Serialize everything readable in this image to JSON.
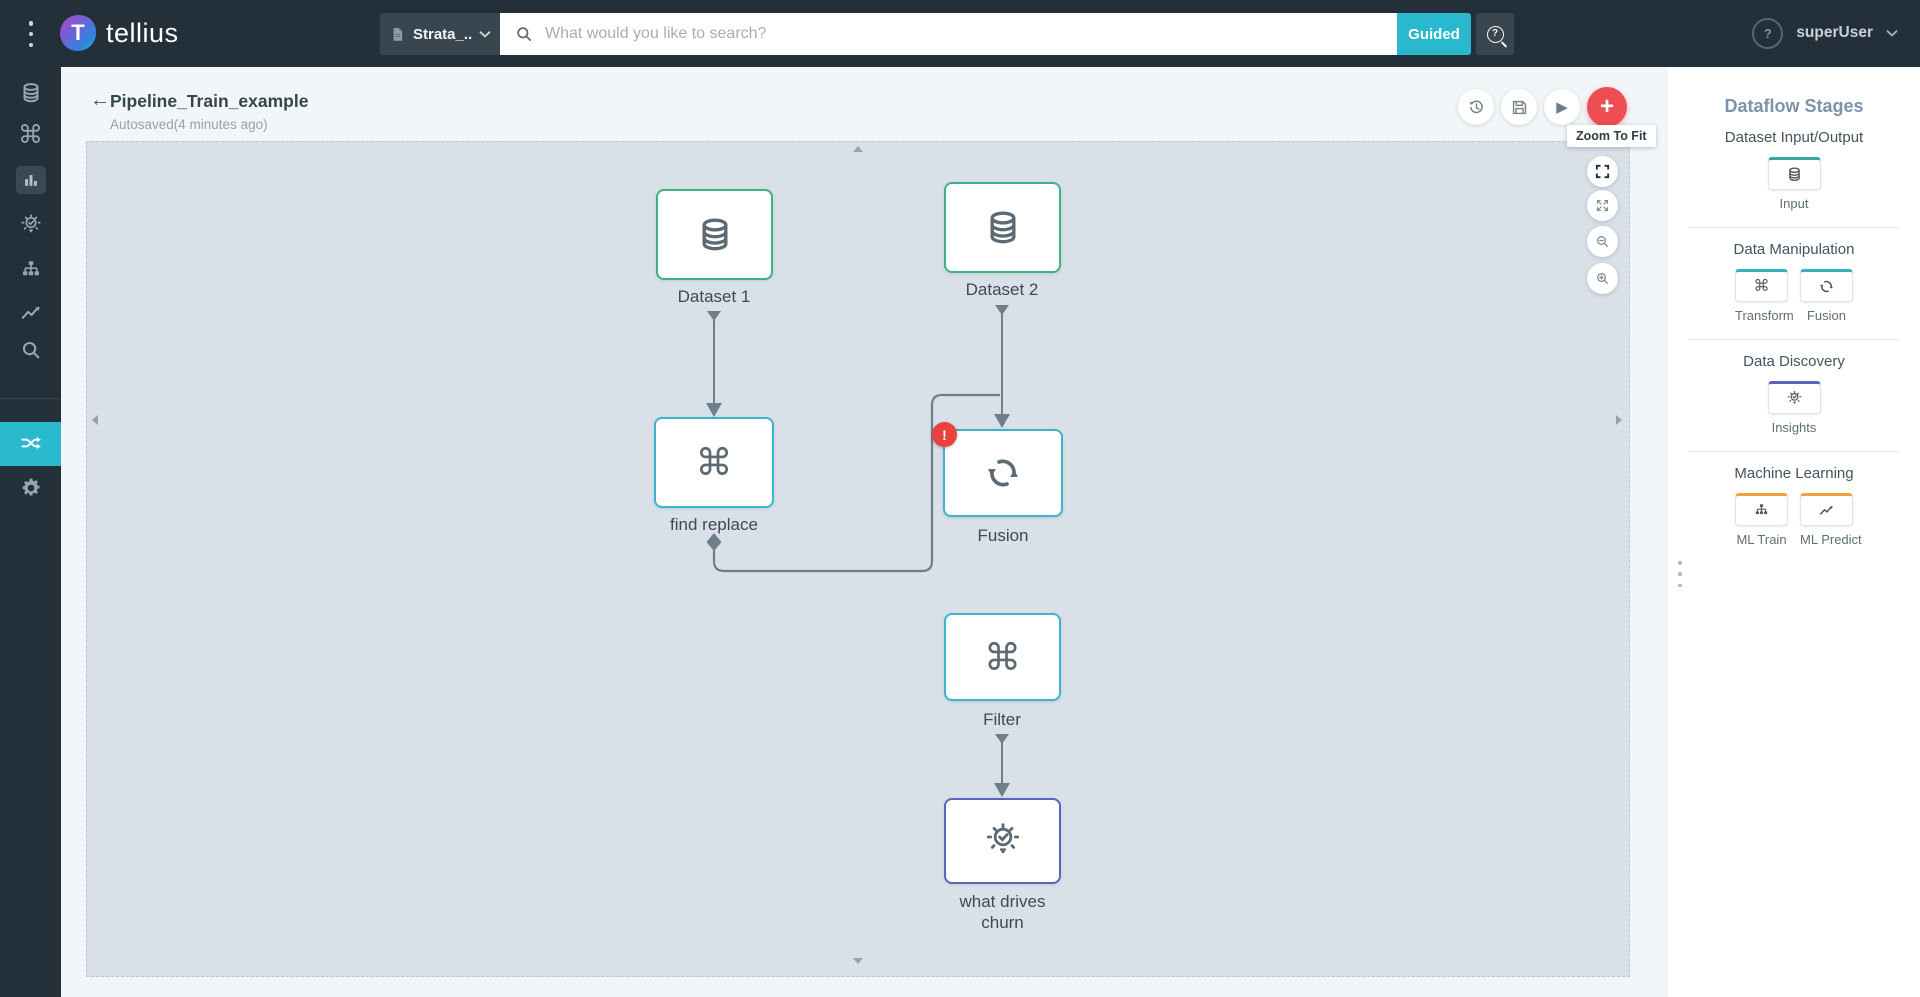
{
  "header": {
    "brand": "tellius",
    "logo_letter": "T",
    "dataset_selector": {
      "label": "Strata_..."
    },
    "search": {
      "placeholder": "What would you like to search?"
    },
    "guided_button_label": "Guided",
    "user": {
      "name": "superUser",
      "avatar_glyph": "?"
    }
  },
  "icons": {
    "command": "⌘",
    "play": "▶",
    "back_arrow": "←",
    "plus": "+",
    "question": "?"
  },
  "sidebar": {
    "items": [
      {
        "icon": "database-icon"
      },
      {
        "icon": "command-icon"
      },
      {
        "icon": "bar-chart-icon",
        "selected": true
      },
      {
        "icon": "insights-bulb-icon"
      },
      {
        "icon": "sitemap-icon"
      },
      {
        "icon": "trend-icon"
      },
      {
        "icon": "search-icon"
      }
    ],
    "bottom_items": [
      {
        "icon": "shuffle-icon",
        "active": true
      },
      {
        "icon": "gear-icon"
      }
    ]
  },
  "toolbar": {
    "title": "Pipeline_Train_example",
    "autosaved": "Autosaved(4 minutes ago)",
    "zoom_tooltip": "Zoom To Fit"
  },
  "canvas": {
    "nodes": [
      {
        "label": "Dataset 1",
        "type": "input"
      },
      {
        "label": "Dataset 2",
        "type": "input"
      },
      {
        "label": "find replace",
        "type": "transform"
      },
      {
        "label": "Fusion",
        "type": "fusion",
        "badge": "!"
      },
      {
        "label": "Filter",
        "type": "transform"
      },
      {
        "label": "what drives churn",
        "type": "insights"
      }
    ]
  },
  "stages_panel": {
    "title": "Dataflow Stages",
    "sections": [
      {
        "title": "Dataset Input/Output",
        "items": [
          {
            "label": "Input",
            "icon": "database-icon"
          }
        ]
      },
      {
        "title": "Data Manipulation",
        "items": [
          {
            "label": "Transform",
            "icon": "command-icon"
          },
          {
            "label": "Fusion",
            "icon": "sync-icon"
          }
        ]
      },
      {
        "title": "Data Discovery",
        "items": [
          {
            "label": "Insights",
            "icon": "insights-bulb-icon"
          }
        ]
      },
      {
        "title": "Machine Learning",
        "items": [
          {
            "label": "ML Train",
            "icon": "sitemap-icon"
          },
          {
            "label": "ML Predict",
            "icon": "trend-icon"
          }
        ]
      }
    ]
  },
  "colors": {
    "header_bg": "#232f39",
    "accent_teal": "#2abacf",
    "node_green": "#3cb381",
    "node_cyan": "#3cb5cc",
    "node_indigo": "#5765bb",
    "badge_red": "#e8413e",
    "add_button_red": "#ee4d52",
    "input_accent": "#33a79f",
    "manipulation_accent": "#35b0bd",
    "discovery_accent": "#5765bb",
    "ml_accent": "#f0a43e",
    "canvas_bg": "#d9e0e8"
  }
}
